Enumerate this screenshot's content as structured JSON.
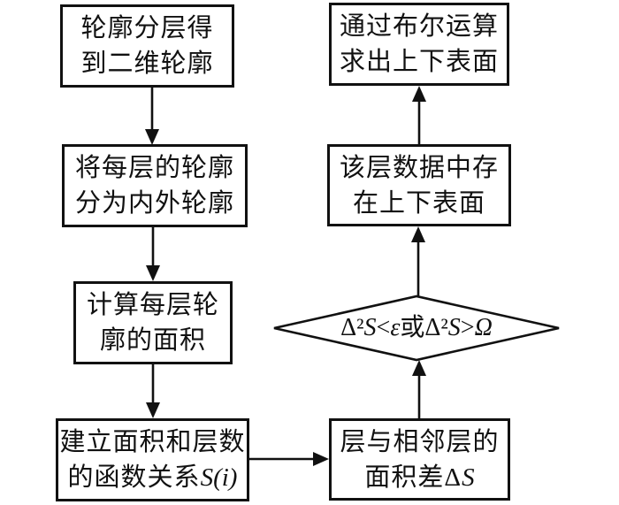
{
  "flowchart": {
    "boxes": {
      "slice": {
        "line1": "轮廓分层得",
        "line2": "到二维轮廓"
      },
      "split": {
        "line1": "将每层的轮廓",
        "line2": "分为内外轮廓"
      },
      "area": {
        "line1": "计算每层轮",
        "line2": "廓的面积"
      },
      "func": {
        "line1": "建立面积和层数",
        "line2_text": "的函数关系",
        "line2_formula": "S(i)"
      },
      "diff": {
        "line1": "层与相邻层的",
        "line2_text": "面积差Δ",
        "line2_formula": "S"
      },
      "exists": {
        "line1": "该层数据中存",
        "line2": "在上下表面"
      },
      "boolean": {
        "line1": "通过布尔运算",
        "line2": "求出上下表面"
      }
    },
    "decision": {
      "p1": "Δ²",
      "p2": "S",
      "p3": "<",
      "p4": "ε",
      "p5": "或Δ²",
      "p6": "S",
      "p7": ">",
      "p8": "Ω"
    },
    "colors": {
      "line": "#111111",
      "background": "#ffffff"
    }
  }
}
